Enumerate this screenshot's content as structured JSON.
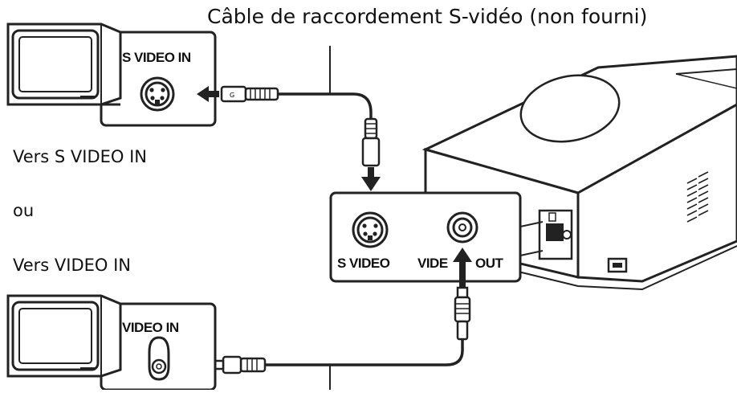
{
  "caption": {
    "cable_label": "Câble de raccordement S-vidéo (non fourni)"
  },
  "labels": {
    "to_svideo_in": "Vers S VIDEO IN",
    "or": "ou",
    "to_video_in": "Vers VIDEO IN"
  },
  "tv_top": {
    "jack_label": "S VIDEO IN"
  },
  "tv_bottom": {
    "jack_label": "VIDEO IN"
  },
  "device_panel": {
    "svideo_label": "S VIDEO",
    "video_out_label_left": "VIDE",
    "video_out_label_right": "OUT"
  },
  "icons": [
    "tv-icon",
    "svideo-jack-icon",
    "rca-jack-icon",
    "svideo-plug-icon",
    "rca-plug-icon",
    "arrow-icon",
    "printer-device-icon"
  ]
}
